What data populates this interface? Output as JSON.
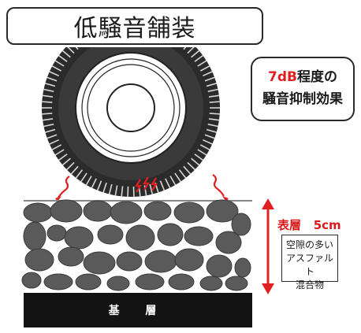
{
  "title": "低騒音舗装",
  "effect": {
    "accent": "7dB",
    "line1_rest": "程度の",
    "line2": "騒音抑制効果"
  },
  "surface_layer": {
    "label": "表層",
    "thickness": "5cm"
  },
  "mix_lines": [
    "空隙の多い",
    "アスファルト",
    "混合物"
  ],
  "base_layer": {
    "label": "基 層"
  },
  "colors": {
    "accent": "#e02020",
    "stone": "#5a5a5a",
    "base": "#131313"
  }
}
